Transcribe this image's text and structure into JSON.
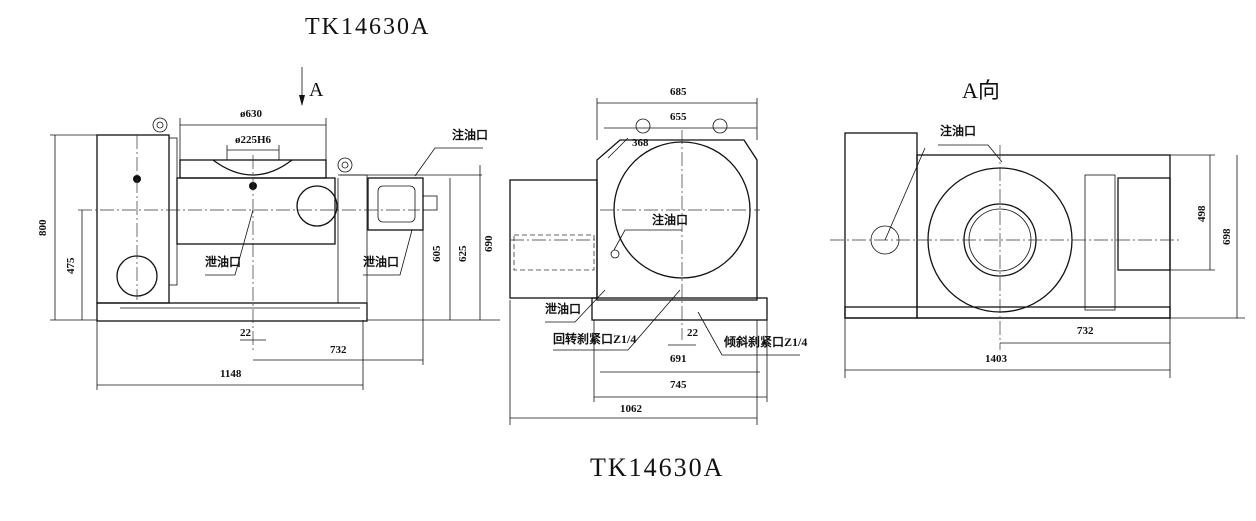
{
  "titles": {
    "top_cut": "TK14630A",
    "bottom": "TK14630A",
    "view_arrow": "A",
    "view_a": "A向"
  },
  "front_view": {
    "dims": {
      "d630": "ø630",
      "d225": "ø225H6",
      "h800": "800",
      "h475": "475",
      "h605": "605",
      "h625": "625",
      "h690": "690",
      "w22": "22",
      "w732": "732",
      "w1148": "1148"
    },
    "labels": {
      "fill_port": "注油口",
      "drain_port_1": "泄油口",
      "drain_port_2": "泄油口"
    }
  },
  "side_view": {
    "dims": {
      "w685": "685",
      "w655": "655",
      "r368": "368",
      "w22": "22",
      "w691": "691",
      "w745": "745",
      "w1062": "1062"
    },
    "labels": {
      "fill_port": "注油口",
      "drain_port": "泄油口",
      "rotary_brake": "回转刹紧口Z1/4",
      "tilt_brake": "倾斜刹紧口Z1/4"
    }
  },
  "top_view": {
    "dims": {
      "h498": "498",
      "h698": "698",
      "w732": "732",
      "w1403": "1403"
    },
    "labels": {
      "fill_port": "注油口"
    }
  }
}
